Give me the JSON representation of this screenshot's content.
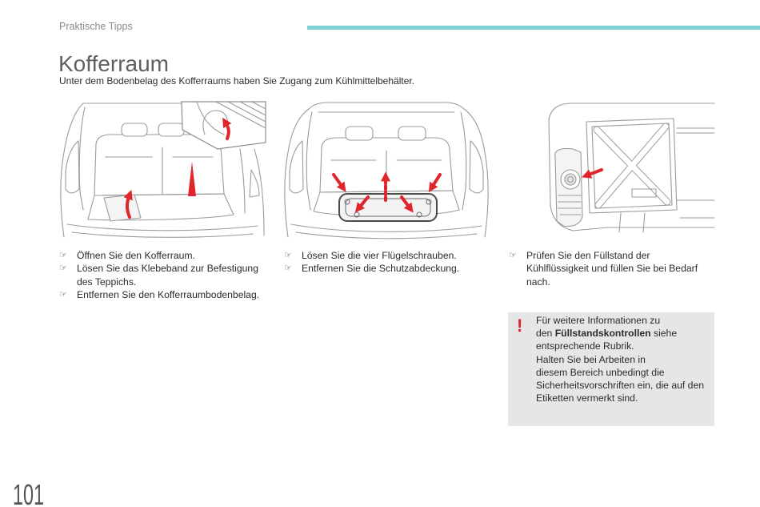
{
  "header": {
    "section_title": "Praktische Tipps"
  },
  "page": {
    "title": "Kofferraum",
    "intro": "Unter dem Bodenbelag des Kofferraums haben Sie Zugang zum Kühlmittelbehälter."
  },
  "steps_columns": [
    {
      "steps": [
        "Öffnen Sie den Kofferraum.",
        "Lösen Sie das Klebeband zur Befestigung des Teppichs.",
        "Entfernen Sie den Kofferraumbodenbelag."
      ]
    },
    {
      "steps": [
        "Lösen Sie die vier Flügelschrauben.",
        "Entfernen Sie die Schutzabdeckung."
      ]
    },
    {
      "steps": [
        "Prüfen Sie den Füllstand der Kühlflüssigkeit und füllen Sie bei Bedarf nach."
      ]
    }
  ],
  "bullet_icon": "pointing-hand-icon",
  "note": {
    "icon": "exclamation-icon",
    "mark": "!",
    "lines": [
      {
        "text": "Für weitere Informationen zu"
      },
      {
        "pre": "den ",
        "bold": "Füllstandskontrollen",
        "post": " siehe"
      },
      {
        "text": "entsprechende Rubrik."
      },
      {
        "text": "Halten Sie bei Arbeiten in"
      },
      {
        "text": "diesem Bereich unbedingt die"
      },
      {
        "text": "Sicherheitsvorschriften ein, die auf den"
      },
      {
        "text": "Etiketten vermerkt sind."
      }
    ]
  },
  "page_number": "101",
  "colors": {
    "accent": "#7fd0d5",
    "warning_mark": "#d8232a",
    "arrow": "#e0262c",
    "note_bg": "#e6e6e6"
  }
}
